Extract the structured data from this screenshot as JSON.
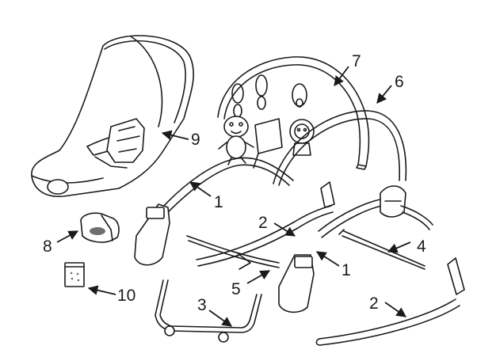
{
  "callouts": {
    "1a": "1",
    "1b": "1",
    "2a": "2",
    "2b": "2",
    "3": "3",
    "4": "4",
    "5": "5",
    "6": "6",
    "7": "7",
    "8": "8",
    "9": "9",
    "10": "10"
  },
  "colors": {
    "line": "#1a1a1a",
    "background": "#ffffff",
    "shade": "#6f6f6f"
  }
}
